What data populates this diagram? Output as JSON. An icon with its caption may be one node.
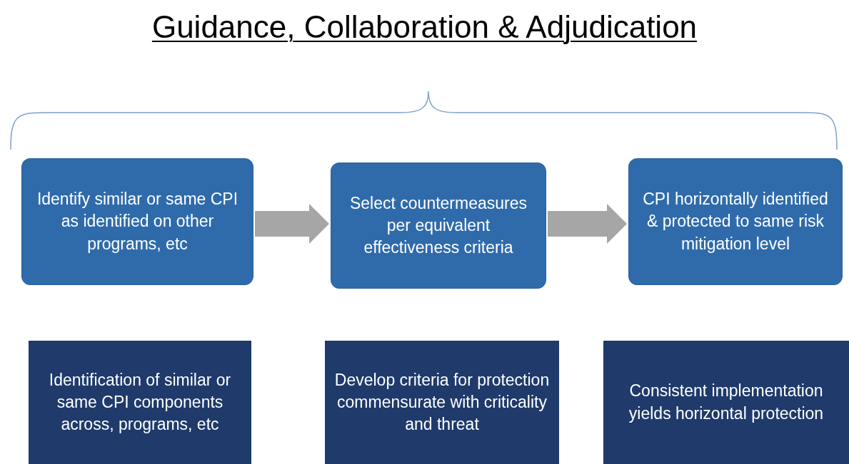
{
  "diagram": {
    "title": "Guidance, Collaboration & Adjudication",
    "nodes": [
      {
        "text": [
          "Identify similar or same CPI as identified on other programs, etc"
        ]
      },
      {
        "text": [
          "Select countermeasures per equivalent effectiveness criteria"
        ]
      },
      {
        "text": [
          "CPI horizontally identified & protected to same risk mitigation level"
        ]
      },
      {
        "text": [
          "Identification of similar or same CPI components across, programs, etc"
        ]
      },
      {
        "text": [
          "Develop criteria for protection commensurate with criticality and threat"
        ]
      },
      {
        "text": [
          "Consistent implementation yields horizontal protection"
        ]
      }
    ],
    "edges": [
      {
        "from": 0,
        "to": 1,
        "arrow": "to"
      },
      {
        "from": 1,
        "to": 2,
        "arrow": "to"
      }
    ]
  }
}
